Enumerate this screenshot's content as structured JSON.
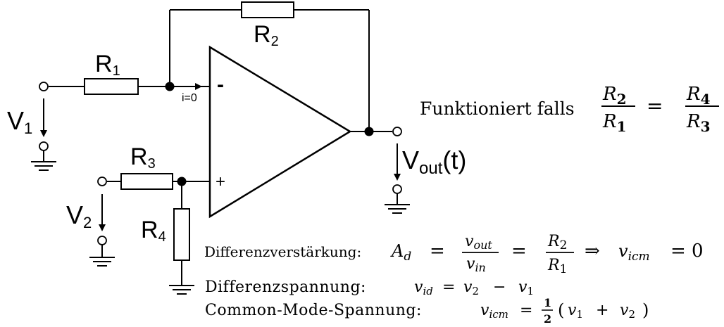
{
  "circuit": {
    "resistors": {
      "r1": {
        "letter": "R",
        "sub": "1"
      },
      "r2": {
        "letter": "R",
        "sub": "2"
      },
      "r3": {
        "letter": "R",
        "sub": "3"
      },
      "r4": {
        "letter": "R",
        "sub": "4"
      }
    },
    "sources": {
      "v1": {
        "letter": "V",
        "sub": "1"
      },
      "v2": {
        "letter": "V",
        "sub": "2"
      }
    },
    "output": {
      "letter": "V",
      "sub": "out",
      "suffix": "(t)"
    },
    "current_label": "i=0",
    "inv_sign": "-",
    "noninv_sign": "+"
  },
  "condition": {
    "text": "Funktioniert falls",
    "lhs_num": {
      "letter": "R",
      "sub": "2"
    },
    "lhs_den": {
      "letter": "R",
      "sub": "1"
    },
    "eq": "=",
    "rhs_num": {
      "letter": "R",
      "sub": "4"
    },
    "rhs_den": {
      "letter": "R",
      "sub": "3"
    }
  },
  "equations": {
    "diff_gain": {
      "label": "Differenzverstärkung:",
      "A": "A",
      "A_sub": "d",
      "eq1": "=",
      "num_v": "v",
      "num_sub": "out",
      "den_v": "v",
      "den_sub": "in",
      "eq2": "=",
      "r_num": "R",
      "r_num_sub": "2",
      "r_den": "R",
      "r_den_sub": "1",
      "implies": "⇒",
      "vicm": "v",
      "vicm_sub": "icm",
      "eq3": "= 0"
    },
    "diff_voltage": {
      "label": "Differenzspannung:",
      "lhs_v": "v",
      "lhs_sub": "id",
      "eq": "=",
      "a_v": "v",
      "a_sub": "2",
      "minus": "−",
      "b_v": "v",
      "b_sub": "1"
    },
    "cm_voltage": {
      "label": "Common-Mode-Spannung:",
      "lhs_v": "v",
      "lhs_sub": "icm",
      "eq": "=",
      "frac_num": "1",
      "frac_den": "2",
      "open": "(",
      "a_v": "v",
      "a_sub": "1",
      "plus": "+",
      "b_v": "v",
      "b_sub": "2",
      "close": ")"
    }
  }
}
